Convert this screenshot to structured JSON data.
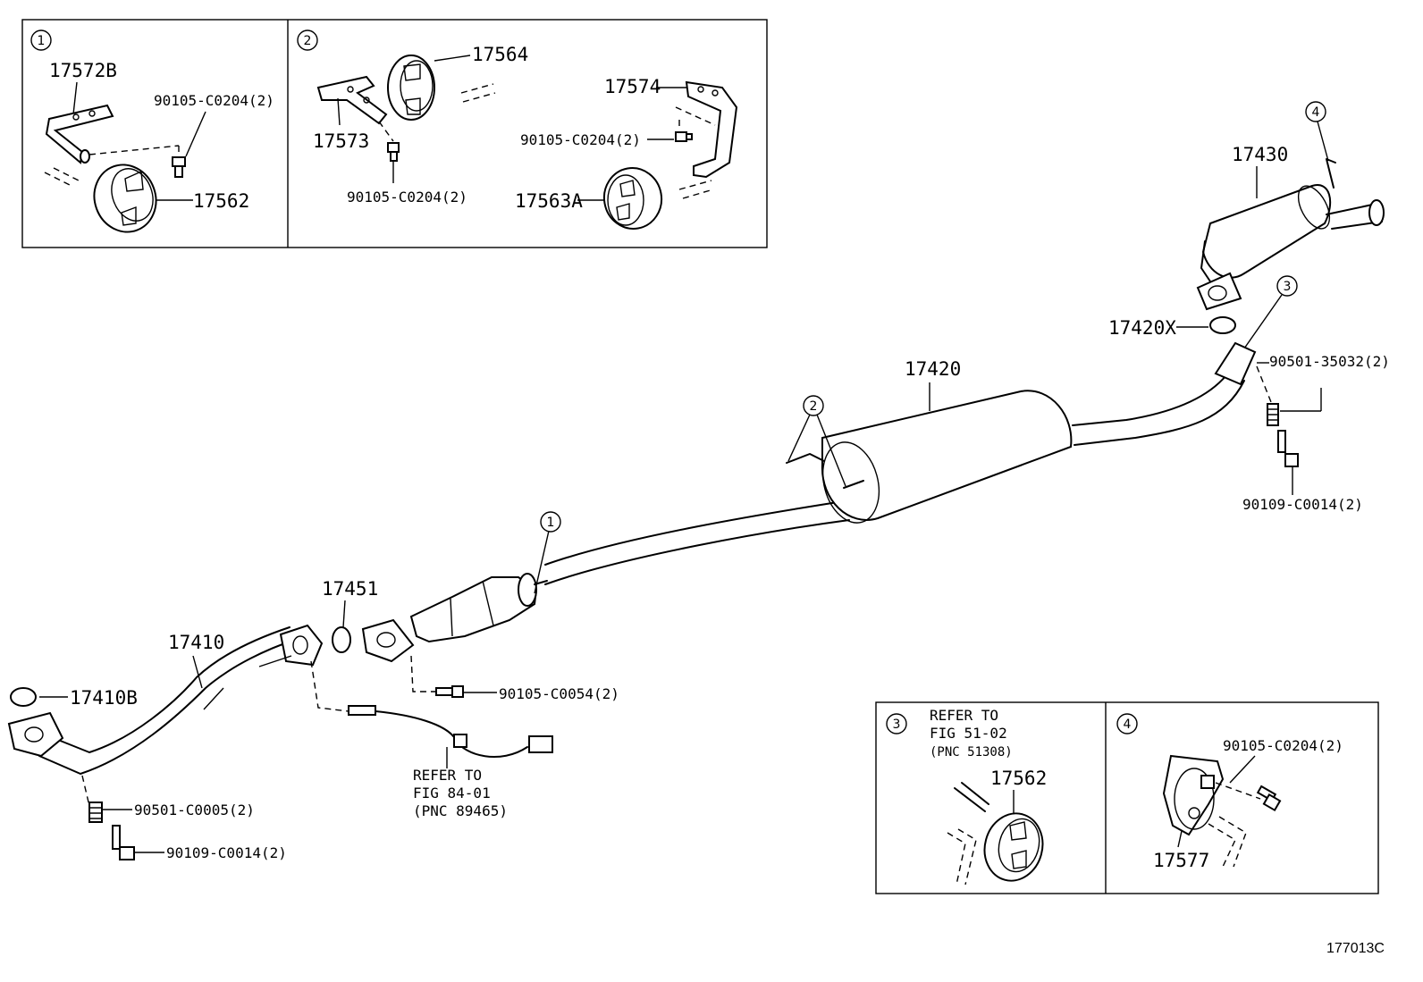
{
  "figure_id": "177013C",
  "insets": {
    "one": {
      "callout": "1",
      "labels": {
        "bracket": "17572B",
        "bolt": "90105-C0204(2)",
        "hanger": "17562"
      }
    },
    "two": {
      "callout": "2",
      "labels": {
        "hanger_a": "17564",
        "bracket_a": "17573",
        "bolt_a": "90105-C0204(2)",
        "bracket_b": "17574",
        "bolt_b": "90105-C0204(2)",
        "hanger_b": "17563A"
      }
    },
    "three": {
      "callout": "3",
      "refer_line1": "REFER TO",
      "refer_line2": "FIG 51-02",
      "refer_line3": "(PNC 51308)",
      "hanger": "17562"
    },
    "four": {
      "callout": "4",
      "bolt": "90105-C0204(2)",
      "hanger": "17577"
    }
  },
  "main": {
    "callouts": {
      "c1": "1",
      "c2": "2",
      "c3": "3",
      "c4": "4"
    },
    "labels": {
      "tail_pipe": "17430",
      "tail_gasket": "17420X",
      "center_pipe": "17420",
      "center_bolt": "90501-35032(2)",
      "center_stud": "90109-C0014(2)",
      "gasket_451": "17451",
      "front_pipe": "17410",
      "front_gasket": "17410B",
      "cat_bolt": "90105-C0054(2)",
      "front_spring": "90501-C0005(2)",
      "front_stud": "90109-C0014(2)",
      "refer_line1": "REFER TO",
      "refer_line2": "FIG 84-01",
      "refer_line3": "(PNC 89465)"
    }
  }
}
